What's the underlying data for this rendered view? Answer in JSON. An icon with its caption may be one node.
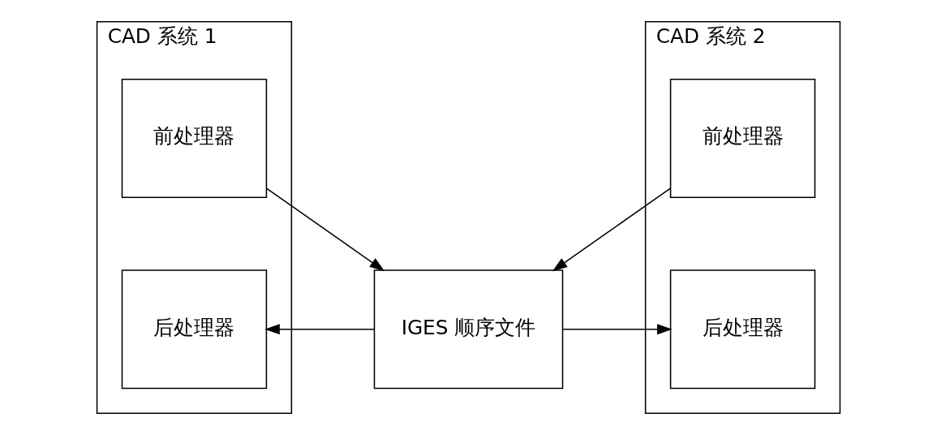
{
  "diagram": {
    "nodes": [
      {
        "text": [
          "CAD 系统 1"
        ]
      },
      {
        "text": [
          "前处理器"
        ],
        "in": 0
      },
      {
        "text": [
          "后处理器"
        ],
        "in": 0
      },
      {
        "text": [
          "IGES 顺序文件"
        ]
      },
      {
        "text": [
          "CAD 系统 2"
        ]
      },
      {
        "text": [
          "前处理器"
        ],
        "in": 4
      },
      {
        "text": [
          "后处理器"
        ],
        "in": 4
      }
    ],
    "edges": [
      {
        "from": 1,
        "to": 3,
        "arrow": "to"
      },
      {
        "from": 3,
        "to": 2,
        "arrow": "to"
      },
      {
        "from": 5,
        "to": 3,
        "arrow": "to"
      },
      {
        "from": 3,
        "to": 6,
        "arrow": "to"
      }
    ]
  }
}
